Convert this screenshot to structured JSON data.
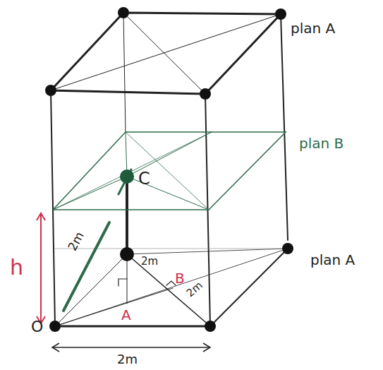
{
  "diagram": {
    "labels": [
      "plan A",
      "plan B",
      "plan A",
      "C",
      "h",
      "O",
      "A",
      "B",
      "2m",
      "2m",
      "2m",
      "2m"
    ]
  }
}
